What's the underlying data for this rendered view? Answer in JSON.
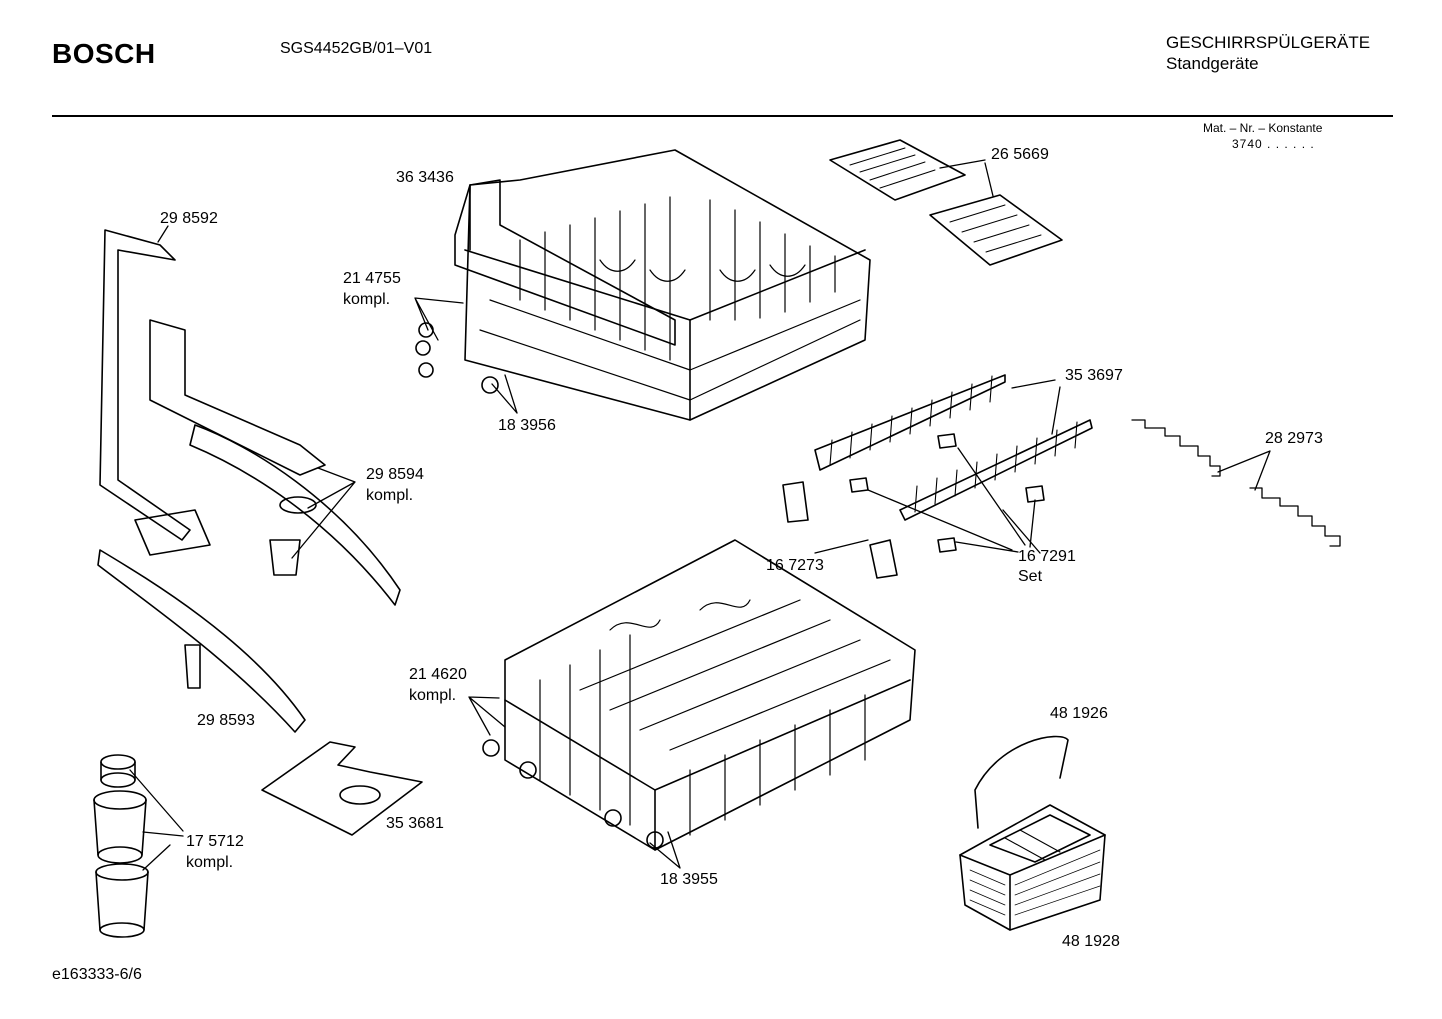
{
  "header": {
    "brand": "BOSCH",
    "model": "SGS4452GB/01–V01",
    "category_line1": "GESCHIRRSPÜLGERÄTE",
    "category_line2": "Standgeräte",
    "mat_line1": "Mat. – Nr. – Konstante",
    "mat_line2": "3740 . .   . . . ."
  },
  "parts": [
    {
      "id": "p363436",
      "text": "36 3436"
    },
    {
      "id": "p265669",
      "text": "26 5669"
    },
    {
      "id": "p298592",
      "text": "29 8592"
    },
    {
      "id": "p214755",
      "text": "21 4755"
    },
    {
      "id": "p214755k",
      "text": "kompl."
    },
    {
      "id": "p183956",
      "text": "18 3956"
    },
    {
      "id": "p353697",
      "text": "35 3697"
    },
    {
      "id": "p282973",
      "text": "28 2973"
    },
    {
      "id": "p298594",
      "text": "29 8594"
    },
    {
      "id": "p298594k",
      "text": "kompl."
    },
    {
      "id": "p167273",
      "text": "16 7273"
    },
    {
      "id": "p167291",
      "text": "16 7291"
    },
    {
      "id": "p167291s",
      "text": "Set"
    },
    {
      "id": "p214620",
      "text": "21 4620"
    },
    {
      "id": "p214620k",
      "text": "kompl."
    },
    {
      "id": "p298593",
      "text": "29 8593"
    },
    {
      "id": "p481926",
      "text": "48 1926"
    },
    {
      "id": "p353681",
      "text": "35 3681"
    },
    {
      "id": "p175712",
      "text": "17 5712"
    },
    {
      "id": "p175712k",
      "text": "kompl."
    },
    {
      "id": "p183955",
      "text": "18 3955"
    },
    {
      "id": "p481928",
      "text": "48 1928"
    }
  ],
  "footer": {
    "code": "e163333-6/6"
  }
}
